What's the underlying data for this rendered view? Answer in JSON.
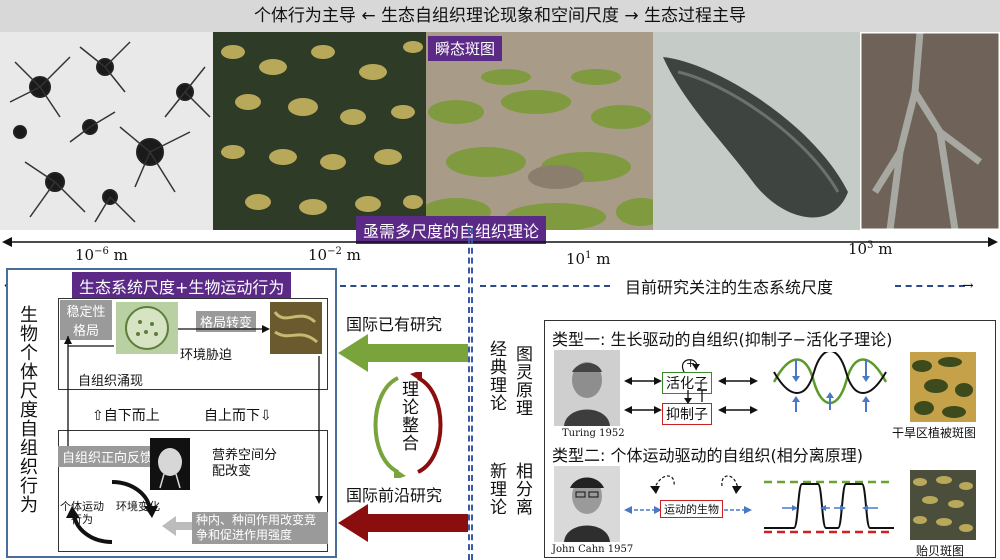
{
  "header": {
    "title": "个体行为主导 ← 生态自组织理论现象和空间尺度 → 生态过程主导"
  },
  "photos": {
    "p1": "plankton-colony-micrograph",
    "p2": "mussel-bed-photo",
    "p3": "salt-marsh-vegetation-patches",
    "p4": "aerial-patterned-colony",
    "p5": "dryland-drainage-aerial"
  },
  "photo_tag": "瞬态斑图",
  "center_banner": "亟需多尺度的自组织理论",
  "scale_axis": {
    "left": "10",
    "left_exp": "−6",
    "left_unit": " m",
    "mid1": "10",
    "mid1_exp": "−2",
    "mid1_unit": " m",
    "mid2": "10",
    "mid2_exp": "1",
    "mid2_unit": " m",
    "right": "10",
    "right_exp": "3",
    "right_unit": " m"
  },
  "left_panel": {
    "header": "生态系统尺度+生物运动行为",
    "side_label": "生物个体尺度自组织行为",
    "stable_tag": "稳定性格局",
    "shift_tag": "格局转变",
    "env_force": "环境胁迫",
    "emergence": "自组织涌现",
    "bottom_up": "自下而上",
    "top_down": "自上而下",
    "feedback_tag": "自组织正向反馈",
    "resource": "营养空间分配改变",
    "individual": "个体运动行为",
    "environment": "环境变化",
    "interaction": "种内、种间作用改变竞争和促进作用强度"
  },
  "middle": {
    "existing": "国际已有研究",
    "frontier": "国际前沿研究",
    "integration": "理论整合",
    "classic": "经典理论",
    "new": "新理论",
    "turing": "图灵原理",
    "phase_sep": "相分离"
  },
  "right_header": "目前研究关注的生态系统尺度",
  "type1": {
    "title": "类型一: 生长驱动的自组织(抑制子−活化子理论)",
    "activator": "活化子",
    "inhibitor": "抑制子",
    "plus": "+",
    "minus": "−",
    "portrait_caption": "Turing 1952",
    "photo_caption": "干旱区植被斑图"
  },
  "type2": {
    "title": "类型二: 个体运动驱动的自组织(相分离原理)",
    "mover": "运动的生物",
    "portrait_caption": "John Cahn 1957",
    "photo_caption": "贻贝斑图"
  },
  "colors": {
    "purple": "#5b2a86",
    "green_arrow": "#79a33b",
    "red_arrow": "#8b0e0e",
    "panel_border": "#4a6e9c"
  }
}
